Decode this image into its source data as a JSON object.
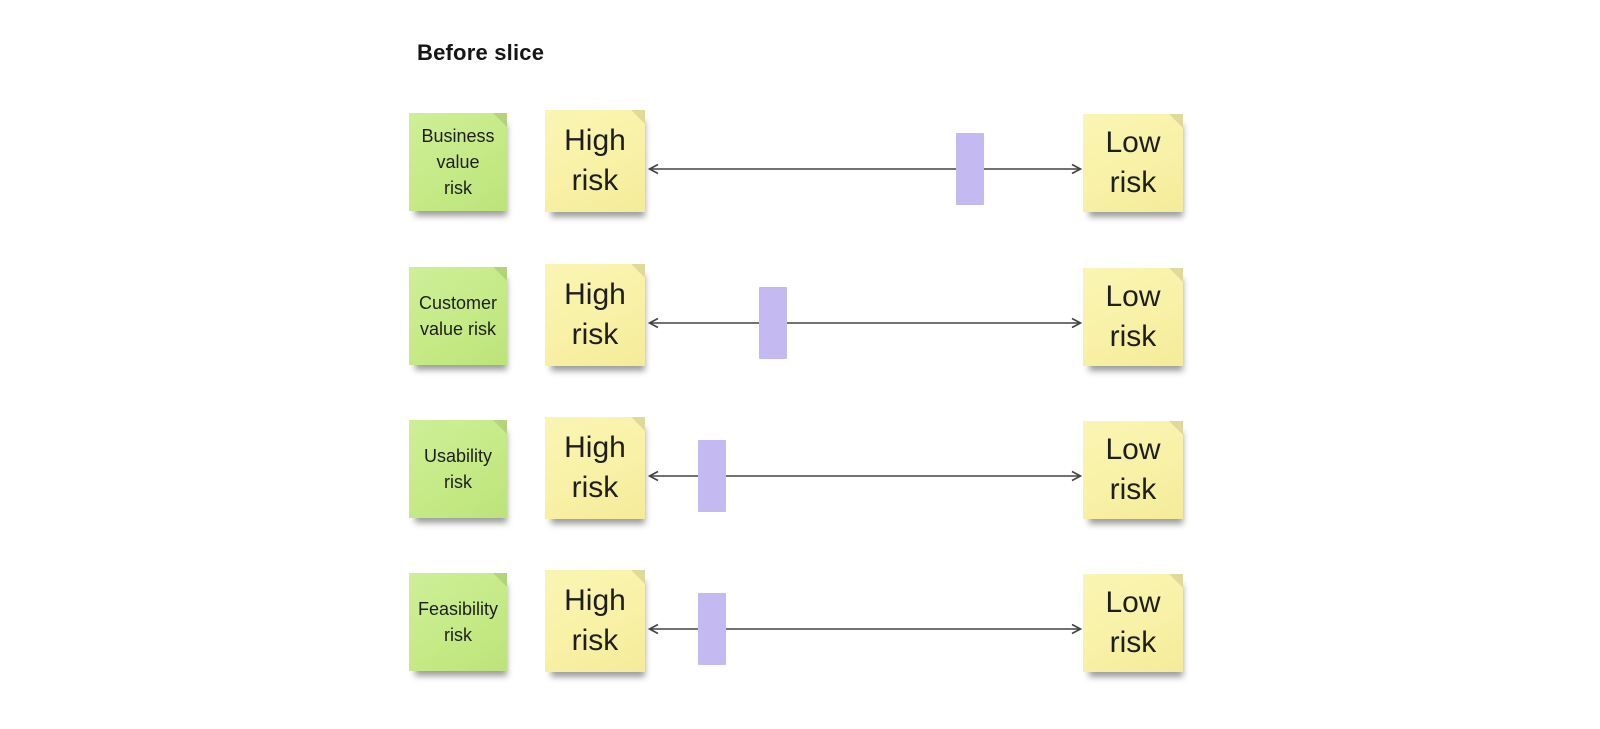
{
  "title": "Before slice",
  "rows": [
    {
      "category": "Business\nvalue\nrisk",
      "high_label": "High\nrisk",
      "low_label": "Low\nrisk",
      "marker_position": 0.74
    },
    {
      "category": "Customer\nvalue risk",
      "high_label": "High\nrisk",
      "low_label": "Low\nrisk",
      "marker_position": 0.29
    },
    {
      "category": "Usability\nrisk",
      "high_label": "High\nrisk",
      "low_label": "Low\nrisk",
      "marker_position": 0.15
    },
    {
      "category": "Feasibility\nrisk",
      "high_label": "High\nrisk",
      "low_label": "Low\nrisk",
      "marker_position": 0.15
    }
  ],
  "colors": {
    "note_green": "#c5ea86",
    "note_yellow": "#f8f1a6",
    "marker_purple": "#c5b9f2",
    "line": "#444444",
    "text": "#1e1e1e",
    "background": "#ffffff"
  }
}
